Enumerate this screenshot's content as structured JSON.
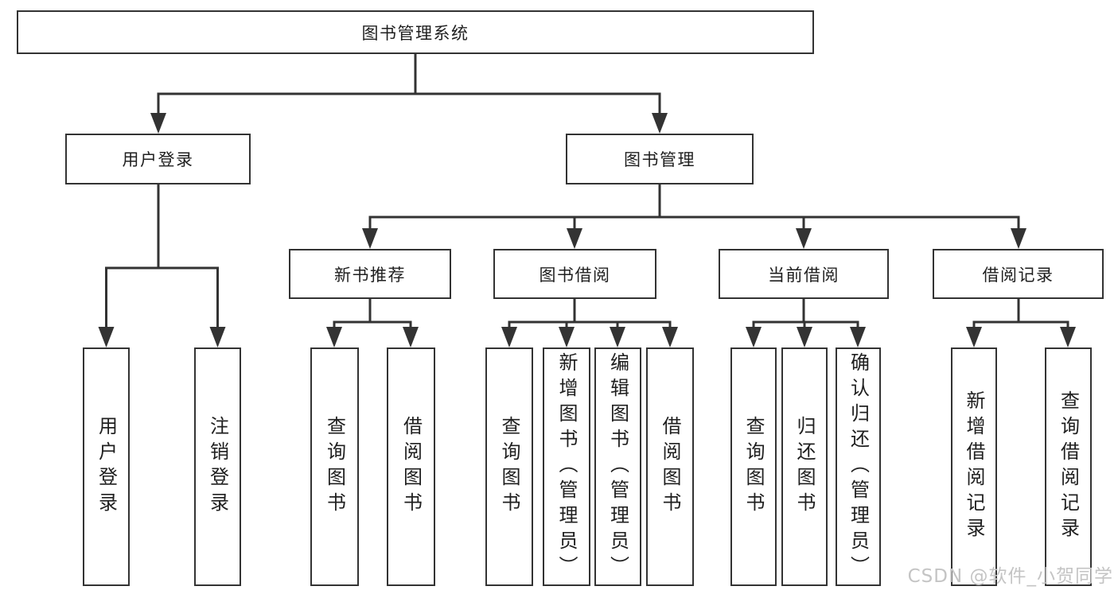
{
  "colors": {
    "line": "#333333",
    "text": "#1f1f1f",
    "watermark": "#c4c4c4",
    "bg": "#ffffff"
  },
  "tree": {
    "root": {
      "label": "图书管理系统",
      "children": [
        {
          "label": "用户登录",
          "children": [
            {
              "label": "用户登录"
            },
            {
              "label": "注销登录"
            }
          ]
        },
        {
          "label": "图书管理",
          "children": [
            {
              "label": "新书推荐",
              "children": [
                {
                  "label": "查询图书"
                },
                {
                  "label": "借阅图书"
                }
              ]
            },
            {
              "label": "图书借阅",
              "children": [
                {
                  "label": "查询图书"
                },
                {
                  "label": "新增图书（管理员）"
                },
                {
                  "label": "编辑图书（管理员）"
                },
                {
                  "label": "借阅图书"
                }
              ]
            },
            {
              "label": "当前借阅",
              "children": [
                {
                  "label": "查询图书"
                },
                {
                  "label": "归还图书"
                },
                {
                  "label": "确认归还（管理员）"
                }
              ]
            },
            {
              "label": "借阅记录",
              "children": [
                {
                  "label": "新增借阅记录"
                },
                {
                  "label": "查询借阅记录"
                }
              ]
            }
          ]
        }
      ]
    }
  },
  "watermark": {
    "text": "CSDN @软件_小贺同学"
  }
}
